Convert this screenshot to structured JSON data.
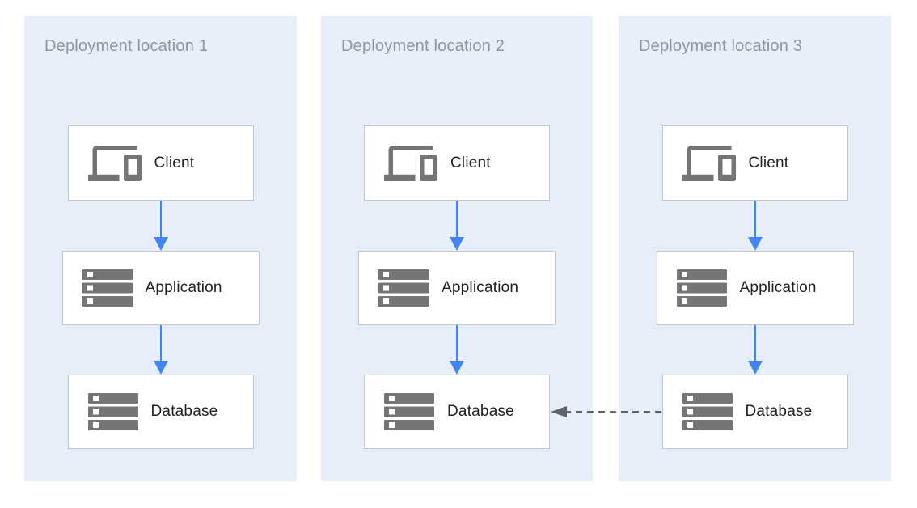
{
  "diagram": {
    "description": "Three deployment locations, each running a Client to Application to Database stack; the database in location 3 replicates to the database in location 2 via a dashed arrow.",
    "panels": [
      {
        "title": "Deployment location 1",
        "nodes": [
          {
            "label": "Client",
            "icon": "client-devices-icon"
          },
          {
            "label": "Application",
            "icon": "server-stack-icon"
          },
          {
            "label": "Database",
            "icon": "server-stack-icon"
          }
        ]
      },
      {
        "title": "Deployment location 2",
        "nodes": [
          {
            "label": "Client",
            "icon": "client-devices-icon"
          },
          {
            "label": "Application",
            "icon": "server-stack-icon"
          },
          {
            "label": "Database",
            "icon": "server-stack-icon"
          }
        ]
      },
      {
        "title": "Deployment location 3",
        "nodes": [
          {
            "label": "Client",
            "icon": "client-devices-icon"
          },
          {
            "label": "Application",
            "icon": "server-stack-icon"
          },
          {
            "label": "Database",
            "icon": "server-stack-icon"
          }
        ]
      }
    ],
    "connections": {
      "vertical_flows": [
        {
          "panel": "Deployment location 1",
          "from": "Client",
          "to": "Application",
          "style": "solid-blue"
        },
        {
          "panel": "Deployment location 1",
          "from": "Application",
          "to": "Database",
          "style": "solid-blue"
        },
        {
          "panel": "Deployment location 2",
          "from": "Client",
          "to": "Application",
          "style": "solid-blue"
        },
        {
          "panel": "Deployment location 2",
          "from": "Application",
          "to": "Database",
          "style": "solid-blue"
        },
        {
          "panel": "Deployment location 3",
          "from": "Client",
          "to": "Application",
          "style": "solid-blue"
        },
        {
          "panel": "Deployment location 3",
          "from": "Application",
          "to": "Database",
          "style": "solid-blue"
        }
      ],
      "cross_link": {
        "from": "Database (Deployment location 3)",
        "to": "Database (Deployment location 2)",
        "style": "dashed-gray-arrow-left"
      }
    },
    "colors": {
      "panel_bg": "#E6EEF9",
      "box_bg": "#FFFFFF",
      "box_border": "#C2C6CA",
      "icon_gray": "#757575",
      "title_gray": "#8F969C",
      "label_text": "#212124",
      "flow_arrow_blue": "#4285F4",
      "cross_arrow_gray": "#5F6368"
    }
  }
}
